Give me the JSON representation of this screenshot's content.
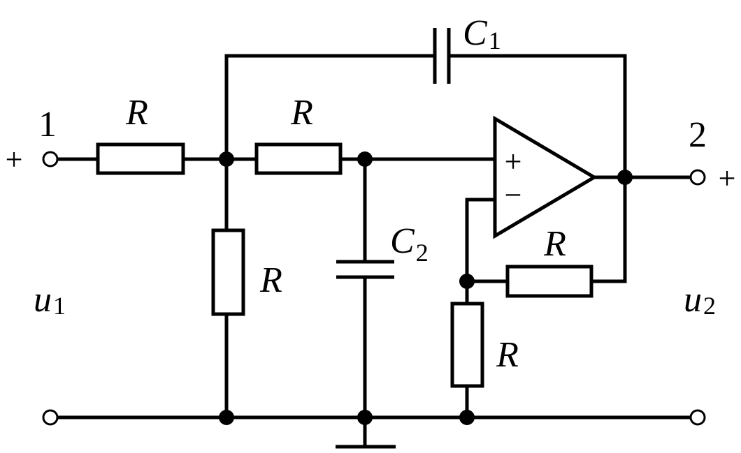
{
  "terminals": {
    "input_number": "1",
    "output_number": "2",
    "input_plus": "+",
    "output_plus": "+"
  },
  "labels": {
    "r_in": "R",
    "r_series": "R",
    "r_shunt": "R",
    "r_feedback": "R",
    "r_ground": "R",
    "c1_letter": "C",
    "c1_sub": "1",
    "c2_letter": "C",
    "c2_sub": "2",
    "u1_letter": "u",
    "u1_sub": "1",
    "u2_letter": "u",
    "u2_sub": "2"
  },
  "opamp": {
    "noninverting": "+",
    "inverting": "−"
  }
}
